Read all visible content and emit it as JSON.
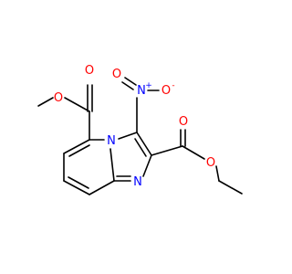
{
  "molecule": {
    "atoms": {
      "o_ester1_single": "O",
      "o_ester1_carbonyl": "O",
      "n_bridge": "N",
      "n_nitro": "N",
      "nitro_plus": "+",
      "o_nitro_left": "O",
      "o_nitro_right": "O",
      "nitro_minus": "-",
      "o_ester2_carbonyl": "O",
      "o_ester2_single": "O",
      "n_ring": "N"
    },
    "colors": {
      "bond": "#000000",
      "oxygen": "#ff0000",
      "nitrogen": "#0000ff"
    }
  }
}
